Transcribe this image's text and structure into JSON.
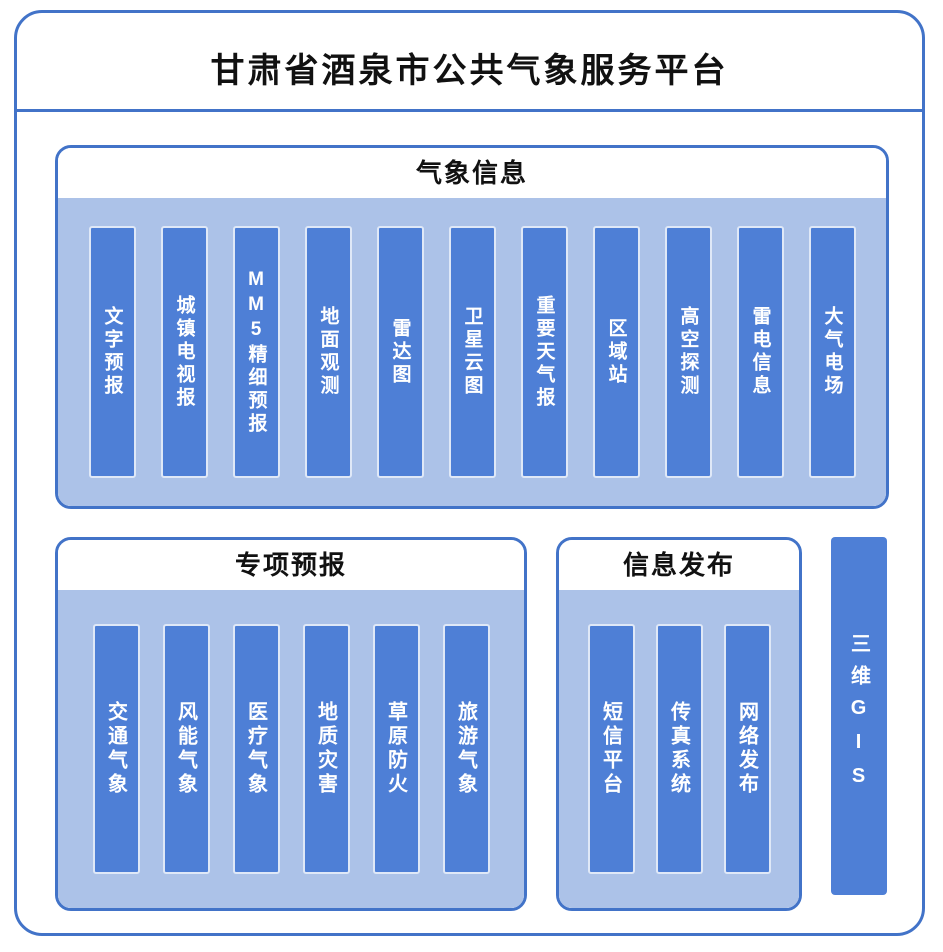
{
  "title": "甘肃省酒泉市公共气象服务平台",
  "sections": {
    "weather_info": {
      "title": "气象信息",
      "items": [
        "文字预报",
        "城镇电视报",
        "MM5精细预报",
        "地面观测",
        "雷达图",
        "卫星云图",
        "重要天气报",
        "区域站",
        "高空探测",
        "雷电信息",
        "大气电场"
      ]
    },
    "special_forecast": {
      "title": "专项预报",
      "items": [
        "交通气象",
        "风能气象",
        "医疗气象",
        "地质灾害",
        "草原防火",
        "旅游气象"
      ]
    },
    "info_release": {
      "title": "信息发布",
      "items": [
        "短信平台",
        "传真系统",
        "网络发布"
      ]
    },
    "gis_bar": {
      "label": "三维GIS"
    }
  },
  "colors": {
    "border_blue": "#4273C8",
    "panel_fill": "#ACC2E8",
    "bar_fill": "#4E7FD6",
    "bar_text": "#FFFFFF"
  }
}
